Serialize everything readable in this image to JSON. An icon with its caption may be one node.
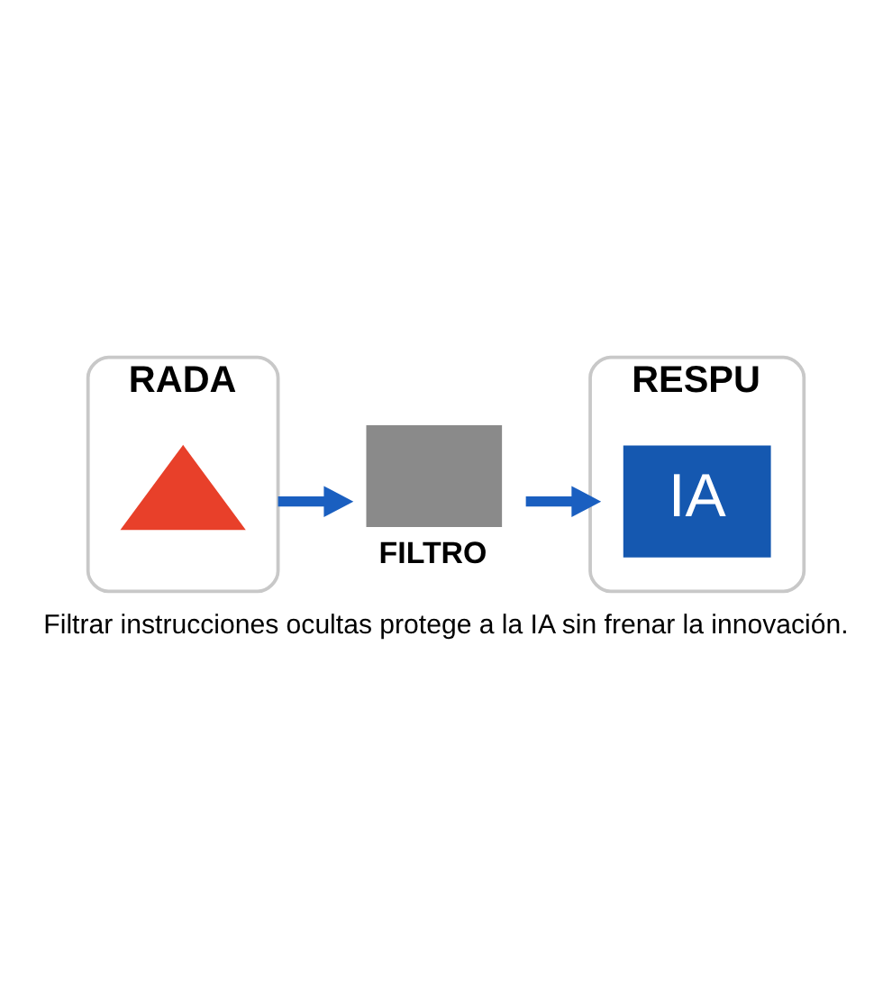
{
  "diagram": {
    "caption": "Filtrar instrucciones ocultas protege a la IA sin frenar la innovación.",
    "nodes": [
      {
        "text": [
          "RADA"
        ]
      },
      {
        "text": [],
        "shape": "picture",
        "in": 0
      },
      {
        "text": [
          "FILTRO"
        ]
      },
      {
        "text": [
          "RESPU"
        ]
      },
      {
        "text": [
          "IA"
        ],
        "in": 3
      }
    ],
    "edges": [
      {
        "from": 0,
        "to": 2,
        "arrow": "to"
      },
      {
        "from": 2,
        "to": 3,
        "arrow": "to"
      }
    ]
  }
}
